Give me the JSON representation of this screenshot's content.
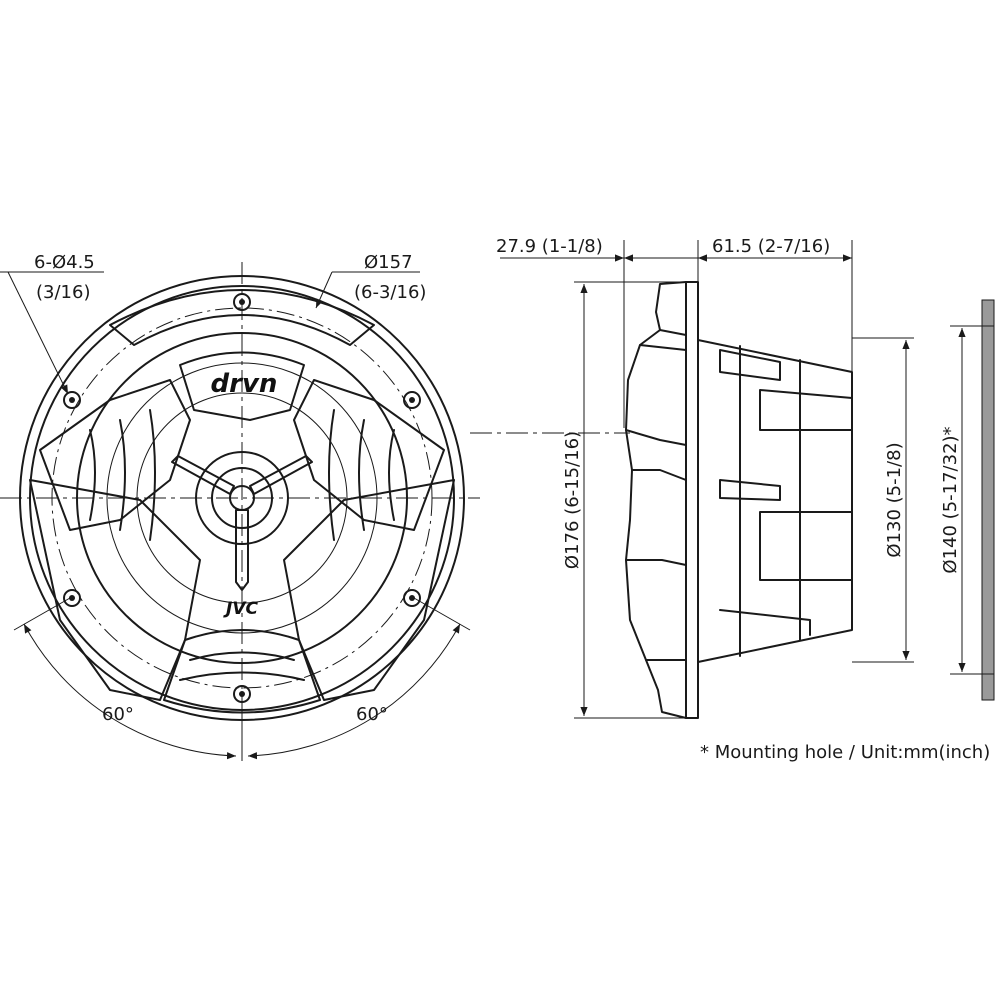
{
  "front_view": {
    "hole_callout": {
      "line1": "6-Ø4.5",
      "line2": "(3/16)"
    },
    "diameter_callout": {
      "line1": "Ø157",
      "line2": "(6-3/16)"
    },
    "angle_left": "60°",
    "angle_right": "60°",
    "logo_drvn": "drvn",
    "logo_jvc": "JVC"
  },
  "side_view": {
    "depth_front": "27.9 (1-1/8)",
    "depth_rear": "61.5 (2-7/16)",
    "outer_diameter": "Ø176 (6-15/16)",
    "magnet_diameter": "Ø130 (5-1/8)",
    "mount_hole_diameter": "Ø140 (5-17/32)*"
  },
  "footnote": "* Mounting hole / Unit:mm(inch)",
  "colors": {
    "line": "#1a1a1a",
    "background": "#ffffff"
  }
}
